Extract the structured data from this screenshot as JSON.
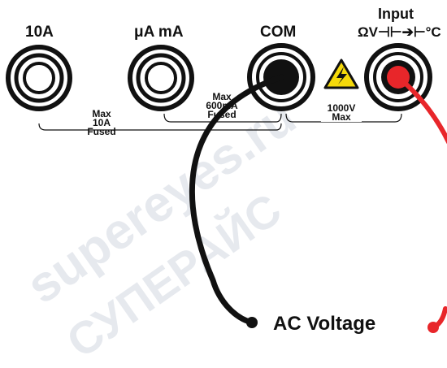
{
  "terminals": [
    {
      "id": "10a",
      "label": "10A",
      "probe": "none"
    },
    {
      "id": "ua-ma",
      "label": "μA mA",
      "probe": "none"
    },
    {
      "id": "com",
      "label": "COM",
      "probe": "black"
    },
    {
      "id": "input",
      "label_line1": "Input",
      "label_line2": "ΩV⊣⊢➔⊢°C",
      "probe": "red"
    }
  ],
  "ratings": {
    "a10": {
      "line1": "Max",
      "line2": "10A",
      "line3": "Fused"
    },
    "ma600": {
      "line1": "Max",
      "line2": "600mA",
      "line3": "Fused"
    },
    "v1000": {
      "line1": "1000V",
      "line2": "Max"
    }
  },
  "caption": "AC Voltage",
  "watermark": {
    "line1": "supereyes.ru",
    "line2": "СУПЕРАЙС"
  },
  "colors": {
    "black_probe": "#111111",
    "red_probe": "#e8262a",
    "warning": "#f5d90a",
    "watermark": "#e6e9ee"
  }
}
